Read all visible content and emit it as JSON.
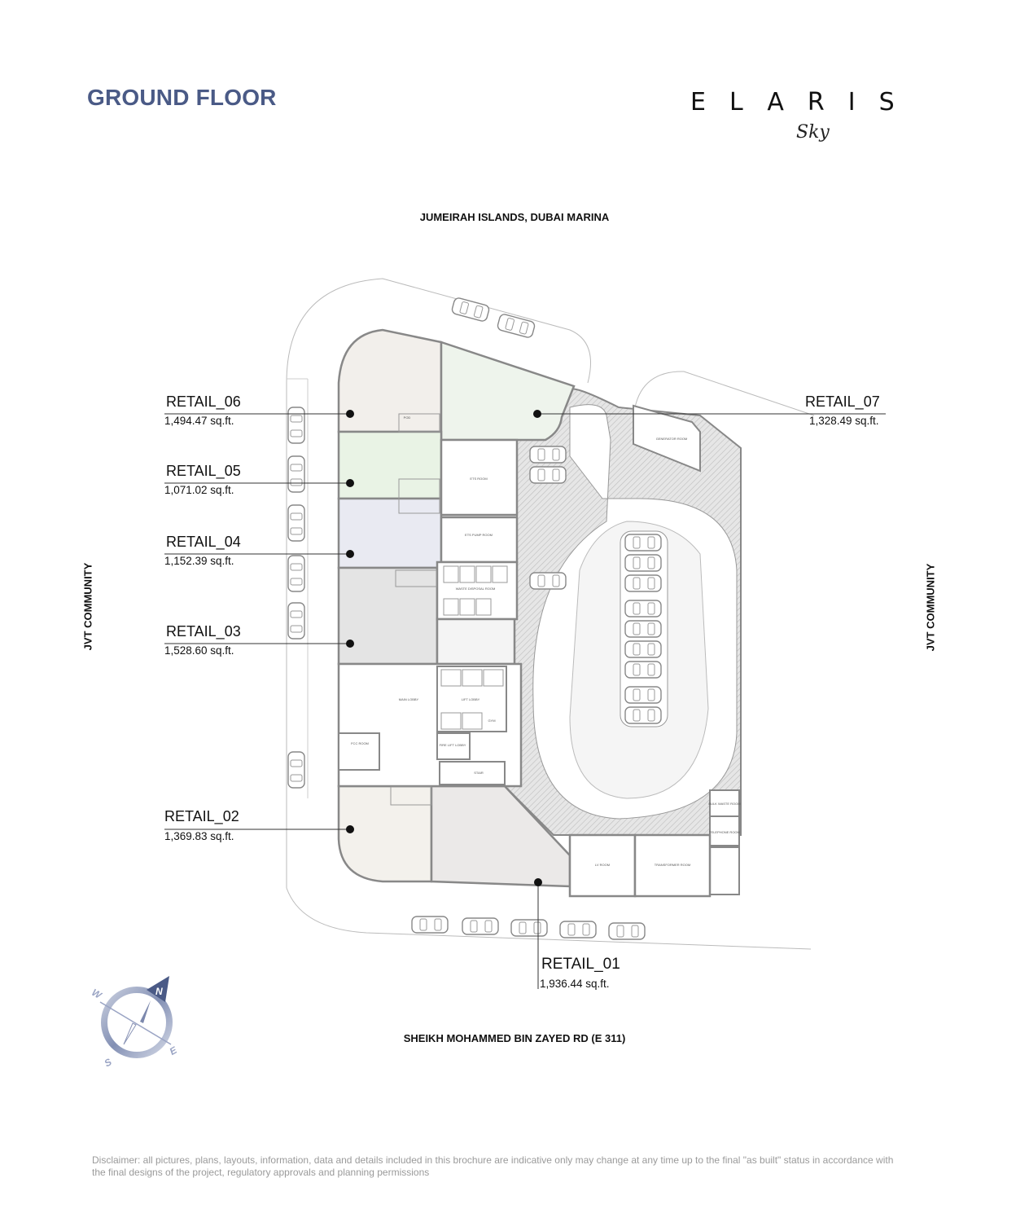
{
  "header": {
    "title": "GROUND FLOOR",
    "logo_text": "ELARIS",
    "logo_subtitle": "Sky"
  },
  "roads": {
    "north": "JUMEIRAH ISLANDS, DUBAI MARINA",
    "south": "SHEIKH MOHAMMED BIN ZAYED RD (E 311)",
    "west": "JVT COMMUNITY",
    "east": "JVT COMMUNITY"
  },
  "units": [
    {
      "name": "RETAIL_06",
      "area": "1,494.47 sq.ft.",
      "color": "#f2efeb"
    },
    {
      "name": "RETAIL_05",
      "area": "1,071.02 sq.ft.",
      "color": "#e9f3e5"
    },
    {
      "name": "RETAIL_04",
      "area": "1,152.39 sq.ft.",
      "color": "#e9eaf2"
    },
    {
      "name": "RETAIL_03",
      "area": "1,528.60 sq.ft.",
      "color": "#e4e4e4"
    },
    {
      "name": "RETAIL_02",
      "area": "1,369.83 sq.ft.",
      "color": "#f3f1ec"
    },
    {
      "name": "RETAIL_01",
      "area": "1,936.44 sq.ft.",
      "color": "#ebe9e8"
    },
    {
      "name": "RETAIL_07",
      "area": "1,328.49 sq.ft.",
      "color": "#eef4ec"
    }
  ],
  "rooms": {
    "ets": "ETS ROOM",
    "ets_pump": "ETS PUMP ROOM",
    "waste": "WASTE DISPOSAL ROOM",
    "main_lobby": "MAIN LOBBY",
    "lift_lobby": "LIFT LOBBY",
    "fcc": "FCC ROOM",
    "fire_lift": "FIRE LIFT LOBBY",
    "gym": "GYM",
    "stair": "STAIR",
    "generator": "GENERATOR ROOM",
    "bulk_waste": "BULK WASTE ROOM",
    "telephone": "TELEPHONE ROOM",
    "lv": "LV ROOM",
    "transformer": "TRANSFORMER ROOM",
    "pod": "POD"
  },
  "compass": {
    "n": "N",
    "s": "S",
    "e": "E",
    "w": "W"
  },
  "disclaimer": "Disclaimer: all pictures, plans, layouts, information, data and details included in this brochure are indicative only may change at any time up to the final \"as built\" status in accordance with the final designs of the project, regulatory approvals and planning permissions",
  "colors": {
    "title": "#4a5a86",
    "wall": "#8a8a8a",
    "hatch": "#cfcfcf"
  }
}
